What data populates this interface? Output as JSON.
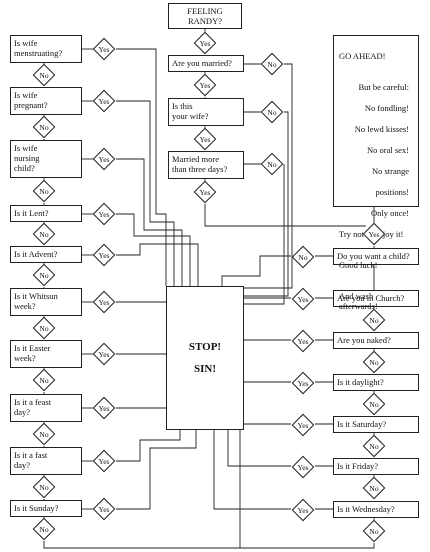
{
  "start": "FEELING\nRANDY?",
  "questions": {
    "married": "Are you married?",
    "this_wife": "Is this\nyour wife?",
    "married_three": "Married more\nthan three days?",
    "menstruating": "Is wife\nmenstruating?",
    "pregnant": "Is wife\npregnant?",
    "nursing": "Is wife\nnursing\nchild?",
    "lent": "Is it Lent?",
    "advent": "Is it Advent?",
    "whitsun": "Is it Whitsun\nweek?",
    "easter": "Is it Easter\nweek?",
    "feast": "Is it a feast\nday?",
    "fast": "Is it a fast\nday?",
    "sunday": "Is it Sunday?",
    "want_child": "Do you want a child?",
    "church": "Are you in Church?",
    "naked": "Are you naked?",
    "daylight": "Is it daylight?",
    "saturday": "Is it Saturday?",
    "friday": "Is it Friday?",
    "wednesday": "Is it Wednesday?"
  },
  "stop": {
    "line1": "STOP!",
    "line2": "SIN!"
  },
  "go_ahead": {
    "title": "GO AHEAD!",
    "l1": "But be careful:",
    "l2": "No fondling!",
    "l3": "No lewd kisses!",
    "l4": "No oral sex!",
    "l5": "No strange",
    "l6": "positions!",
    "l7": "Only once!",
    "l8": "Try not to enjoy it!",
    "l9": "Good luck!",
    "l10": "And wash afterwards!"
  },
  "answers": {
    "yes": "Yes",
    "no": "No"
  }
}
